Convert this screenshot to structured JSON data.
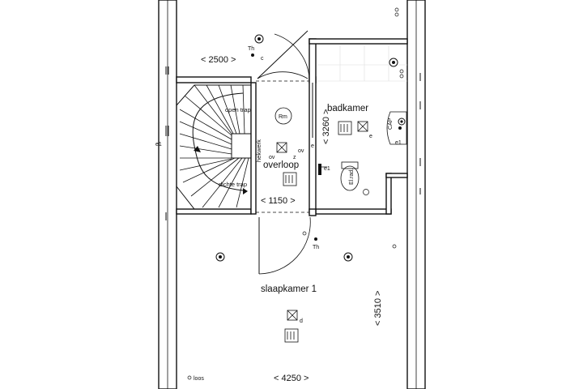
{
  "rooms": {
    "badkamer": "badkamer",
    "overloop": "overloop",
    "slaapkamer": "slaapkamer 1"
  },
  "stairs": {
    "open": "open trap",
    "closed": "dichte trap",
    "railing": "hekwerk"
  },
  "dimensions": {
    "top": "< 2500 >",
    "overloop_width": "< 1150 >",
    "badkamer_height": "< 3260 >",
    "slaapkamer_height": "< 3510 >",
    "bottom": "< 4250 >"
  },
  "symbols": {
    "thermostat_top": "Th",
    "thermostat_c": "c",
    "thermostat_bottom": "Th",
    "smoke_detector": "Rm",
    "ventilation_ov1": "ov",
    "ventilation_ov2": "ov",
    "ventilation_e_overloop": "e",
    "ventilation_z": "z",
    "outlet_e1_left": "e1",
    "outlet_e1_overloop": "e1",
    "outlet_e1_bath": "e1",
    "bath_e": "e",
    "cap": "CAP",
    "el_rad": "El.rad.",
    "slaapkamer_d": "d",
    "loos": "loos"
  }
}
